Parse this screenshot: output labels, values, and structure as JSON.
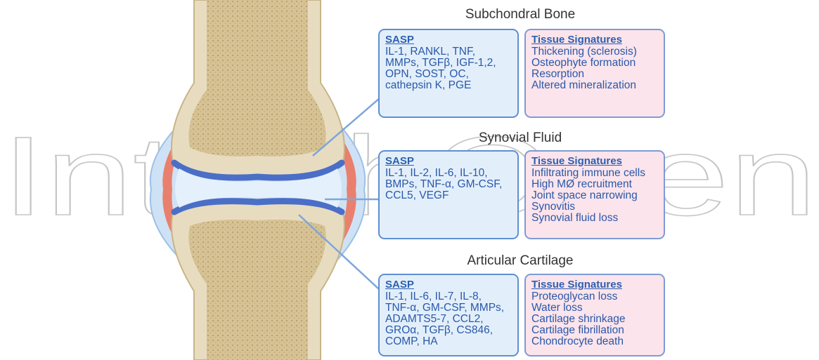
{
  "colors": {
    "sasp_fill": "#e2effb",
    "tissue_fill": "#fbe4ec",
    "box_border": "#5e8fd1",
    "text_blue": "#2a58a8",
    "bone_fill": "#e8dcc0",
    "marrow_fill": "#d6c294",
    "cartilage": "#4b6fc7",
    "synovium": "#e9806e",
    "capsule": "#cfe2f5",
    "watermark": "#c6c6c6"
  },
  "watermark": {
    "text": "IntechOpen"
  },
  "sections": [
    {
      "title": "Subchondral Bone",
      "sasp": {
        "heading": "SASP",
        "text": "IL-1, RANKL, TNF,\nMMPs, TGFβ, IGF-1,2,\nOPN, SOST, OC,\ncathepsin K, PGE"
      },
      "tissue": {
        "heading": "Tissue Signatures",
        "items": [
          "Thickening (sclerosis)",
          "Osteophyte formation",
          "Resorption",
          "Altered mineralization"
        ]
      }
    },
    {
      "title": "Synovial Fluid",
      "sasp": {
        "heading": "SASP",
        "text": "IL-1, IL-2, IL-6, IL-10,\nBMPs, TNF-α, GM-CSF,\nCCL5, VEGF"
      },
      "tissue": {
        "heading": "Tissue Signatures",
        "items": [
          "Infiltrating immune cells",
          "High MØ recruitment",
          "Joint space narrowing",
          "Synovitis",
          "Synovial fluid loss"
        ]
      }
    },
    {
      "title": "Articular Cartilage",
      "sasp": {
        "heading": "SASP",
        "text": "IL-1, IL-6, IL-7, IL-8,\nTNF-α, GM-CSF, MMPs,\nADAMTS5-7, CCL2,\nGROα, TGFβ, CS846,\nCOMP, HA"
      },
      "tissue": {
        "heading": "Tissue Signatures",
        "items": [
          "Proteoglycan loss",
          "Water loss",
          "Cartilage shrinkage",
          "Cartilage fibrillation",
          "Chondrocyte death"
        ]
      }
    }
  ]
}
